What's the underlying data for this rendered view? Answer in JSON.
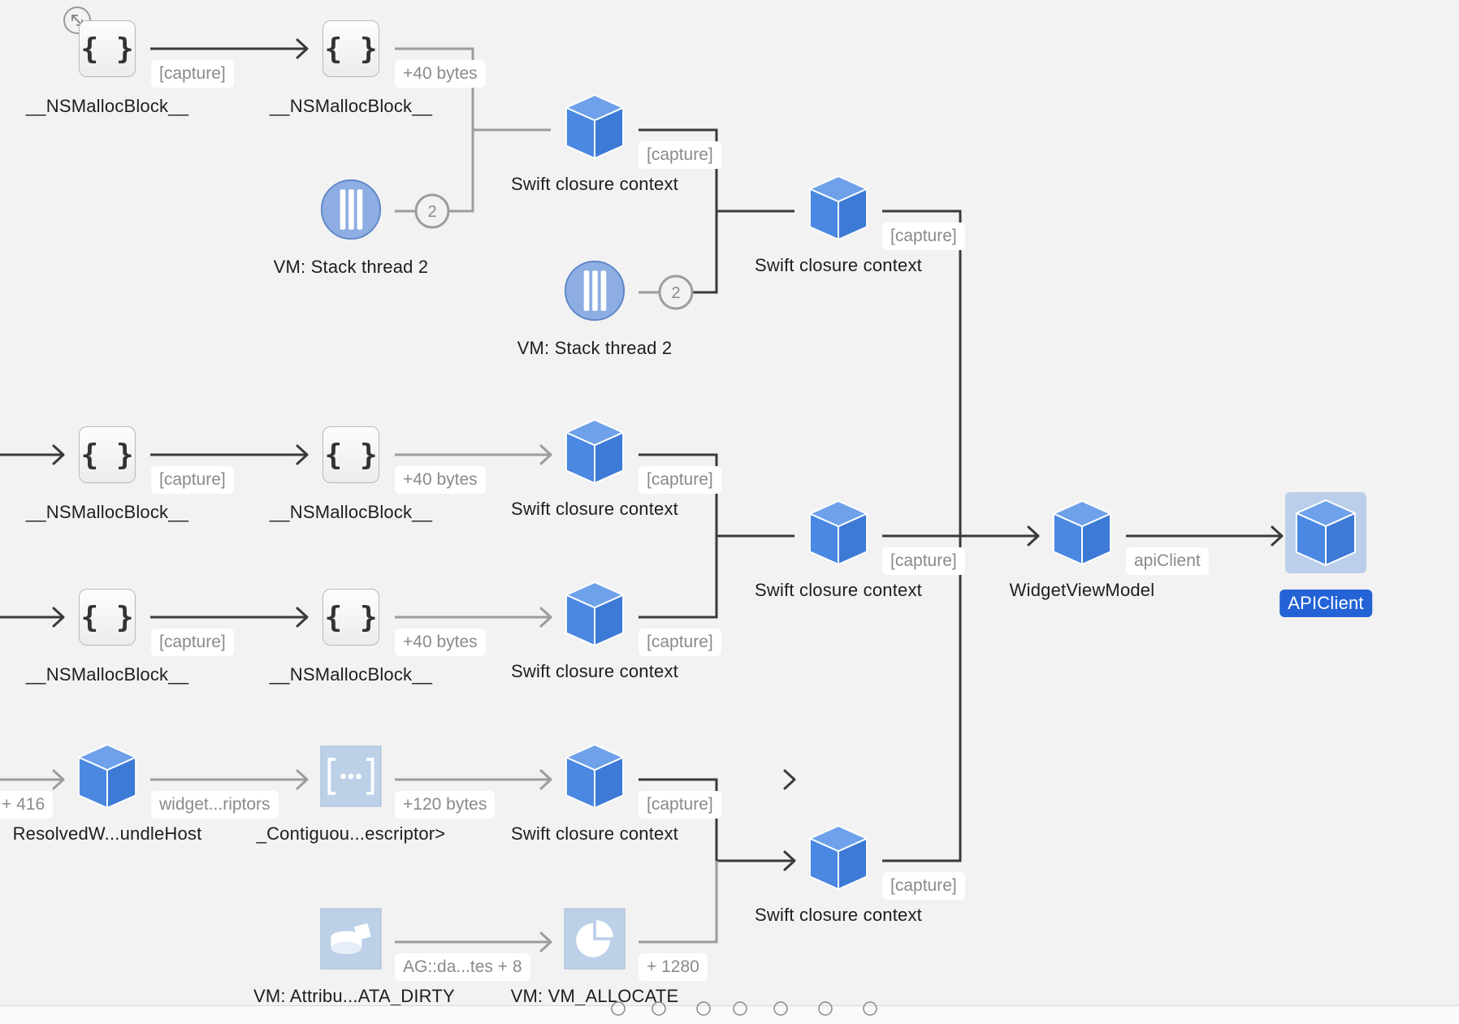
{
  "graph": {
    "nodes": [
      {
        "id": "a1",
        "kind": "block",
        "label": "__NSMallocBlock__"
      },
      {
        "id": "a2",
        "kind": "block",
        "label": "__NSMallocBlock__"
      },
      {
        "id": "a3",
        "kind": "closure",
        "label": "Swift closure context"
      },
      {
        "id": "a4",
        "kind": "stack",
        "label": "VM: Stack thread 2"
      },
      {
        "id": "b1",
        "kind": "closure",
        "label": "Swift closure context"
      },
      {
        "id": "b2",
        "kind": "stack",
        "label": "VM: Stack thread 2"
      },
      {
        "id": "c1",
        "kind": "block",
        "label": "__NSMallocBlock__"
      },
      {
        "id": "c2",
        "kind": "block",
        "label": "__NSMallocBlock__"
      },
      {
        "id": "c3",
        "kind": "closure",
        "label": "Swift closure context"
      },
      {
        "id": "d1",
        "kind": "block",
        "label": "__NSMallocBlock__"
      },
      {
        "id": "d2",
        "kind": "block",
        "label": "__NSMallocBlock__"
      },
      {
        "id": "d3",
        "kind": "closure",
        "label": "Swift closure context"
      },
      {
        "id": "e1",
        "kind": "closure",
        "label": "Swift closure context"
      },
      {
        "id": "f1",
        "kind": "closure",
        "label": "ResolvedW...undleHost"
      },
      {
        "id": "f2",
        "kind": "contig",
        "label": "_Contiguou...escriptor>"
      },
      {
        "id": "f3",
        "kind": "closure",
        "label": "Swift closure context"
      },
      {
        "id": "g1",
        "kind": "vmattr",
        "label": "VM: Attribu...ATA_DIRTY"
      },
      {
        "id": "g2",
        "kind": "vmalloc",
        "label": "VM: VM_ALLOCATE"
      },
      {
        "id": "h1",
        "kind": "closure",
        "label": "Swift closure context"
      },
      {
        "id": "w1",
        "kind": "closure",
        "label": "WidgetViewModel"
      },
      {
        "id": "api",
        "kind": "closure",
        "label": "APIClient",
        "selected": true
      }
    ],
    "edge_labels": [
      {
        "id": "cap1",
        "text": "[capture]"
      },
      {
        "id": "b40a",
        "text": "+40 bytes"
      },
      {
        "id": "cap2",
        "text": "[capture]"
      },
      {
        "id": "cap3",
        "text": "[capture]"
      },
      {
        "id": "cap4",
        "text": "[capture]"
      },
      {
        "id": "b40b",
        "text": "+40 bytes"
      },
      {
        "id": "cap5",
        "text": "[capture]"
      },
      {
        "id": "cap6",
        "text": "[capture]"
      },
      {
        "id": "b40c",
        "text": "+40 bytes"
      },
      {
        "id": "cap7",
        "text": "[capture]"
      },
      {
        "id": "cap8",
        "text": "[capture]"
      },
      {
        "id": "api1",
        "text": "apiClient"
      },
      {
        "id": "p416",
        "text": "+ 416"
      },
      {
        "id": "wdesc",
        "text": "widget...riptors"
      },
      {
        "id": "b120",
        "text": "+120 bytes"
      },
      {
        "id": "cap9",
        "text": "[capture]"
      },
      {
        "id": "cap10",
        "text": "[capture]"
      },
      {
        "id": "agda",
        "text": "AG::da...tes + 8"
      },
      {
        "id": "p1280",
        "text": "+ 1280"
      }
    ],
    "ref_counts": [
      {
        "id": "rc1",
        "text": "2"
      },
      {
        "id": "rc2",
        "text": "2"
      }
    ]
  },
  "colors": {
    "accent": "#2463d6",
    "cube_front": "#4a88e2",
    "edge_dark": "#3a3a3a",
    "edge_light": "#9c9c9c"
  },
  "toolbar": {
    "expand_icon": "expand-arrows-icon",
    "bottom_icons": [
      "heart-icon",
      "panel-icon",
      "frame-icon",
      "minus-icon",
      "zoom-out-icon",
      "zoom-in-icon",
      "info-icon"
    ]
  }
}
